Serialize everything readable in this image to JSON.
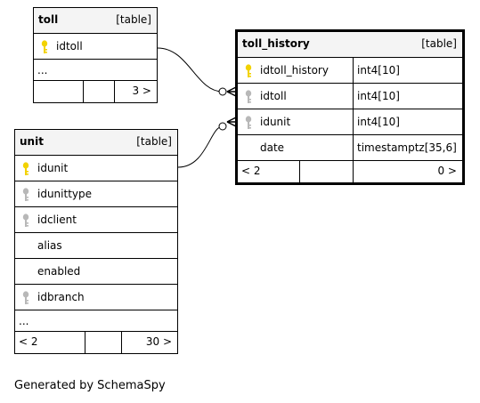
{
  "tables": {
    "toll": {
      "name": "toll",
      "type": "[table]",
      "columns": [
        {
          "name": "idtoll",
          "key": "primary"
        }
      ],
      "ellipsis": "...",
      "footer": {
        "parents": "",
        "children": "3 >"
      }
    },
    "toll_history": {
      "name": "toll_history",
      "type": "[table]",
      "columns": [
        {
          "name": "idtoll_history",
          "key": "primary",
          "datatype": "int4[10]"
        },
        {
          "name": "idtoll",
          "key": "foreign",
          "datatype": "int4[10]"
        },
        {
          "name": "idunit",
          "key": "foreign",
          "datatype": "int4[10]"
        },
        {
          "name": "date",
          "key": "none",
          "datatype": "timestamptz[35,6]"
        }
      ],
      "footer": {
        "parents": "< 2",
        "children": "0 >"
      }
    },
    "unit": {
      "name": "unit",
      "type": "[table]",
      "columns": [
        {
          "name": "idunit",
          "key": "primary"
        },
        {
          "name": "idunittype",
          "key": "foreign"
        },
        {
          "name": "idclient",
          "key": "foreign"
        },
        {
          "name": "alias",
          "key": "none"
        },
        {
          "name": "enabled",
          "key": "none"
        },
        {
          "name": "idbranch",
          "key": "foreign"
        }
      ],
      "ellipsis": "...",
      "footer": {
        "parents": "< 2",
        "children": "30 >"
      }
    }
  },
  "colors": {
    "primary_key": "#f2d200",
    "foreign_key": "#b8b8b8",
    "header_bg": "#f4f4f4"
  },
  "generated_by": "Generated by SchemaSpy"
}
